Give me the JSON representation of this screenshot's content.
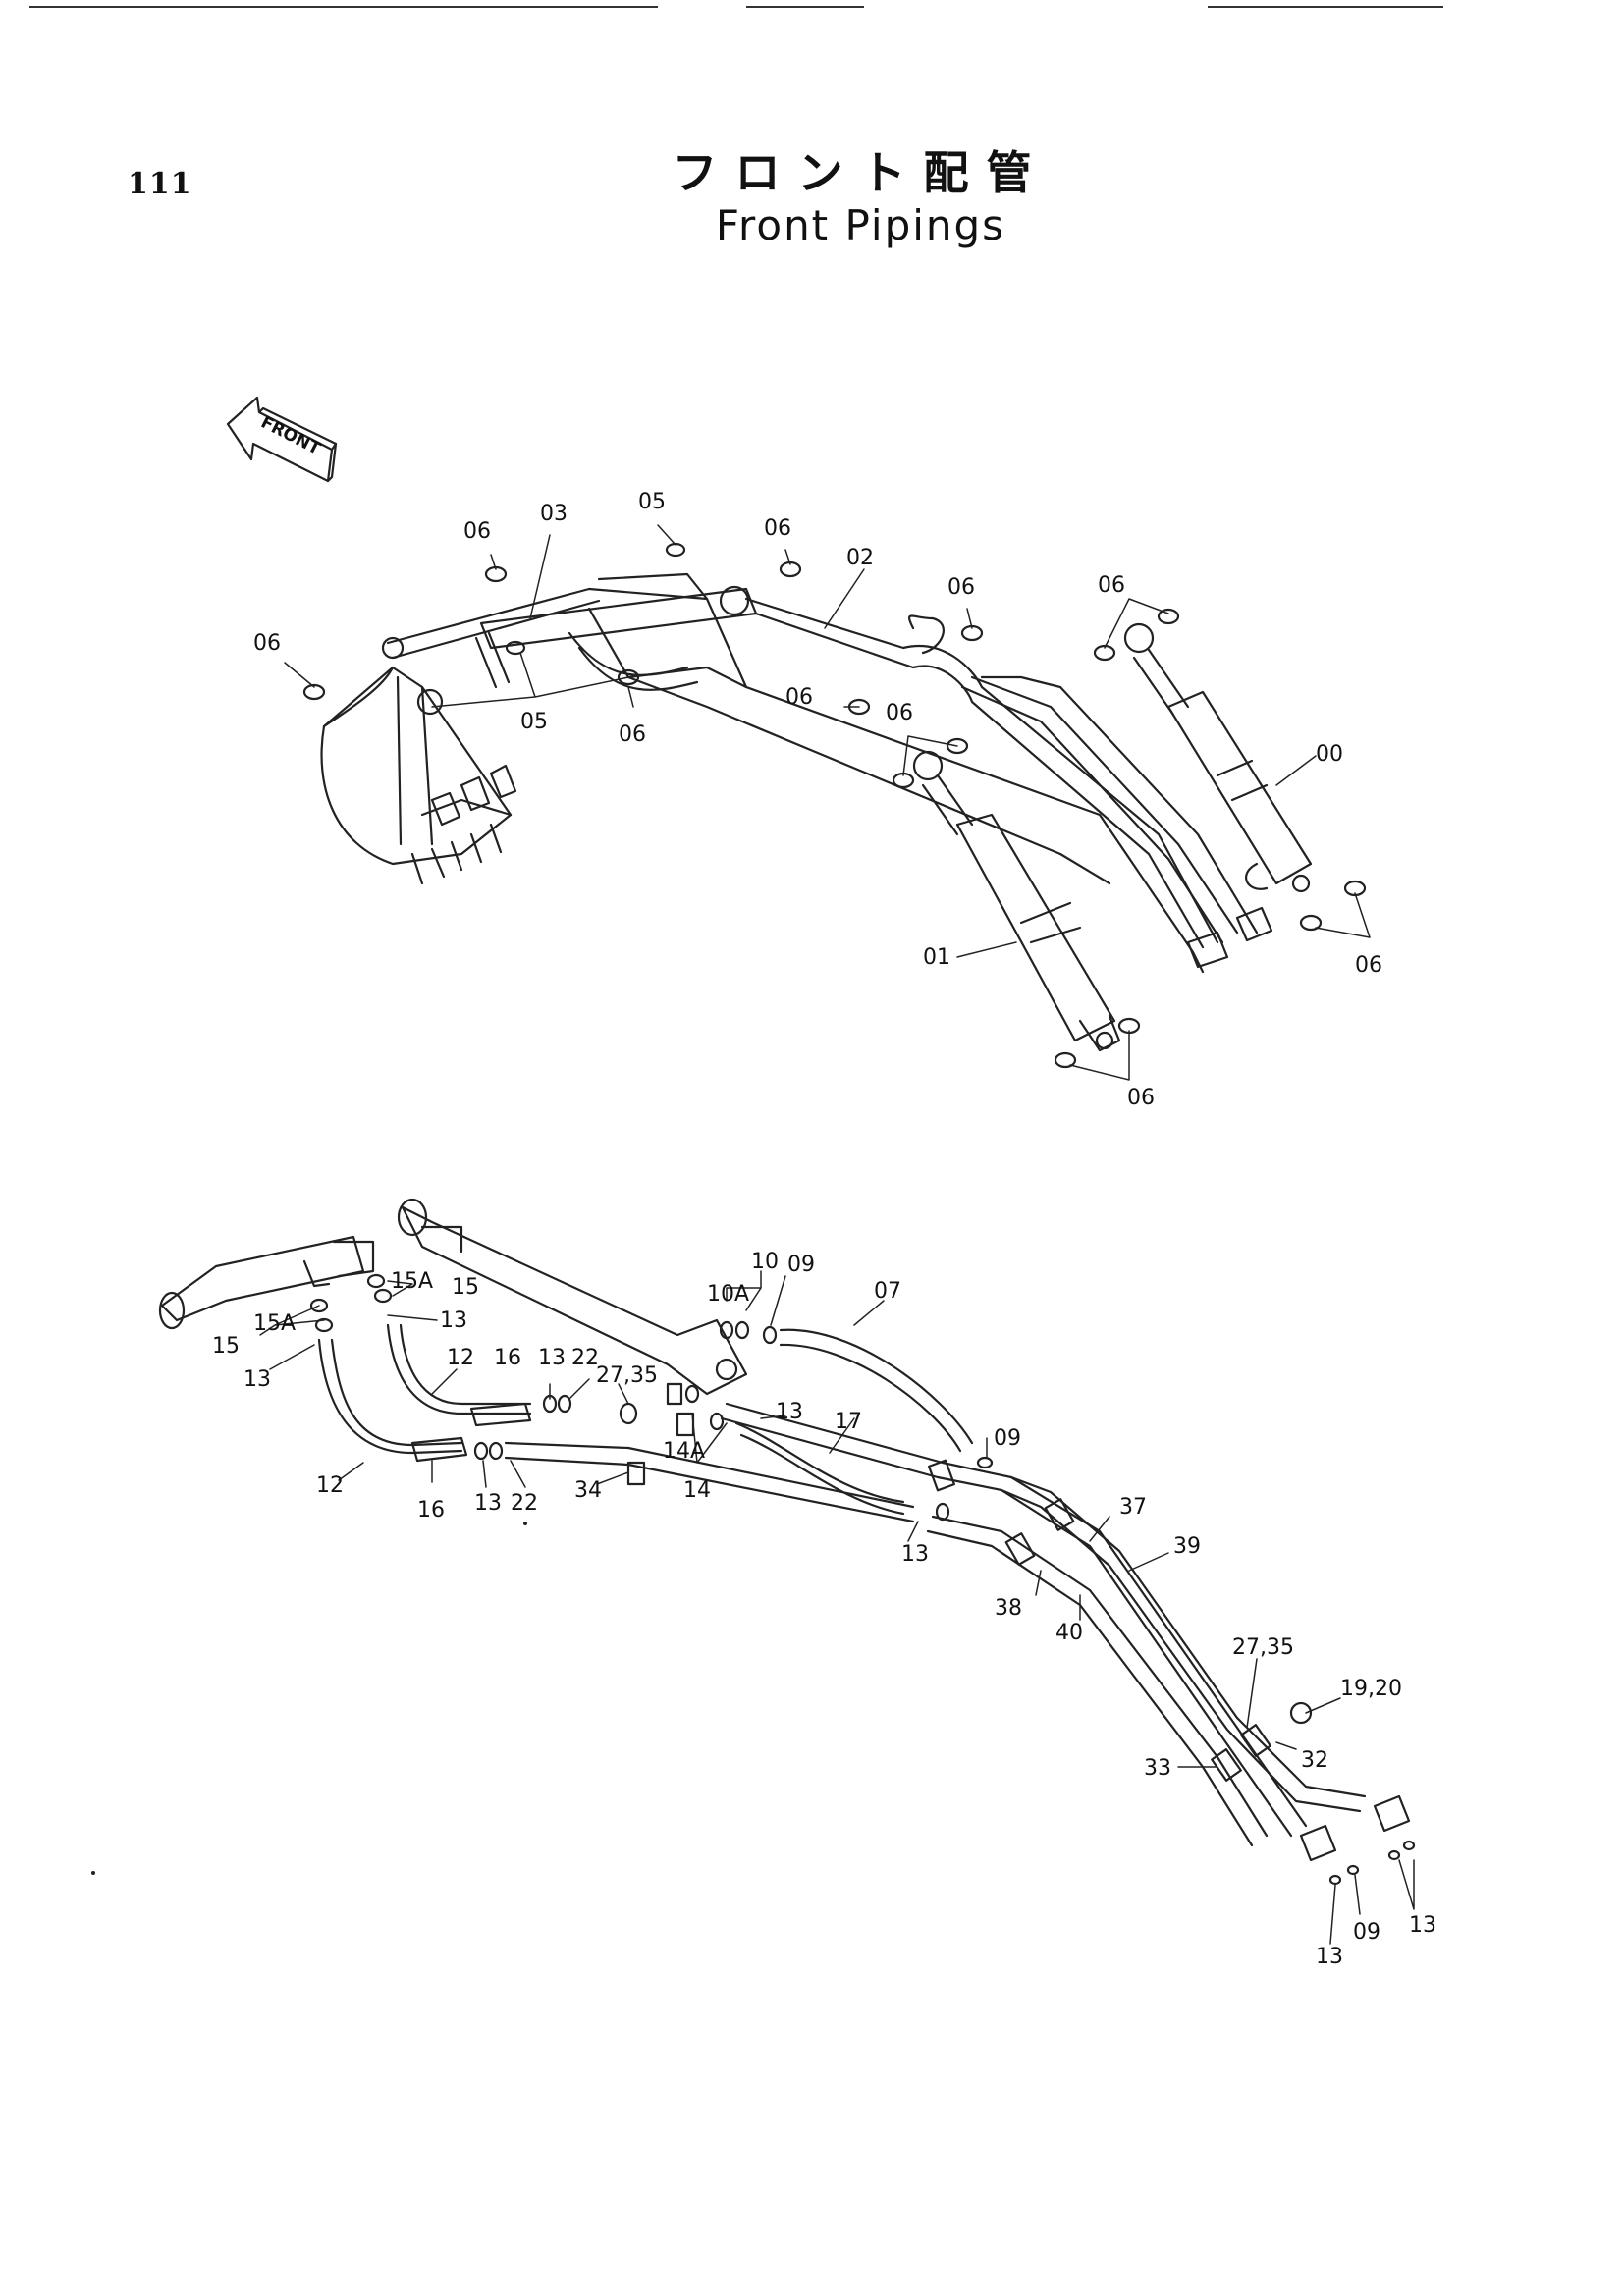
{
  "page_number": "111",
  "title_jp": "フロント配管",
  "title_en": "Front Pipings",
  "front_marker": "FRONT",
  "top_labels": [
    "06",
    "03",
    "05",
    "06",
    "02",
    "06",
    "06",
    "06",
    "05",
    "06",
    "06",
    "06",
    "00",
    "01",
    "06",
    "06"
  ],
  "bottom_labels": [
    "10",
    "10A",
    "09",
    "07",
    "15A",
    "15",
    "15A",
    "15",
    "13",
    "13",
    "12",
    "16",
    "13",
    "22",
    "27,35",
    "13",
    "17",
    "09",
    "14A",
    "14",
    "12",
    "16",
    "13",
    "22",
    "34",
    "13",
    "37",
    "39",
    "38",
    "40",
    "27,35",
    "19,20",
    "32",
    "33",
    "13",
    "09",
    "13"
  ]
}
